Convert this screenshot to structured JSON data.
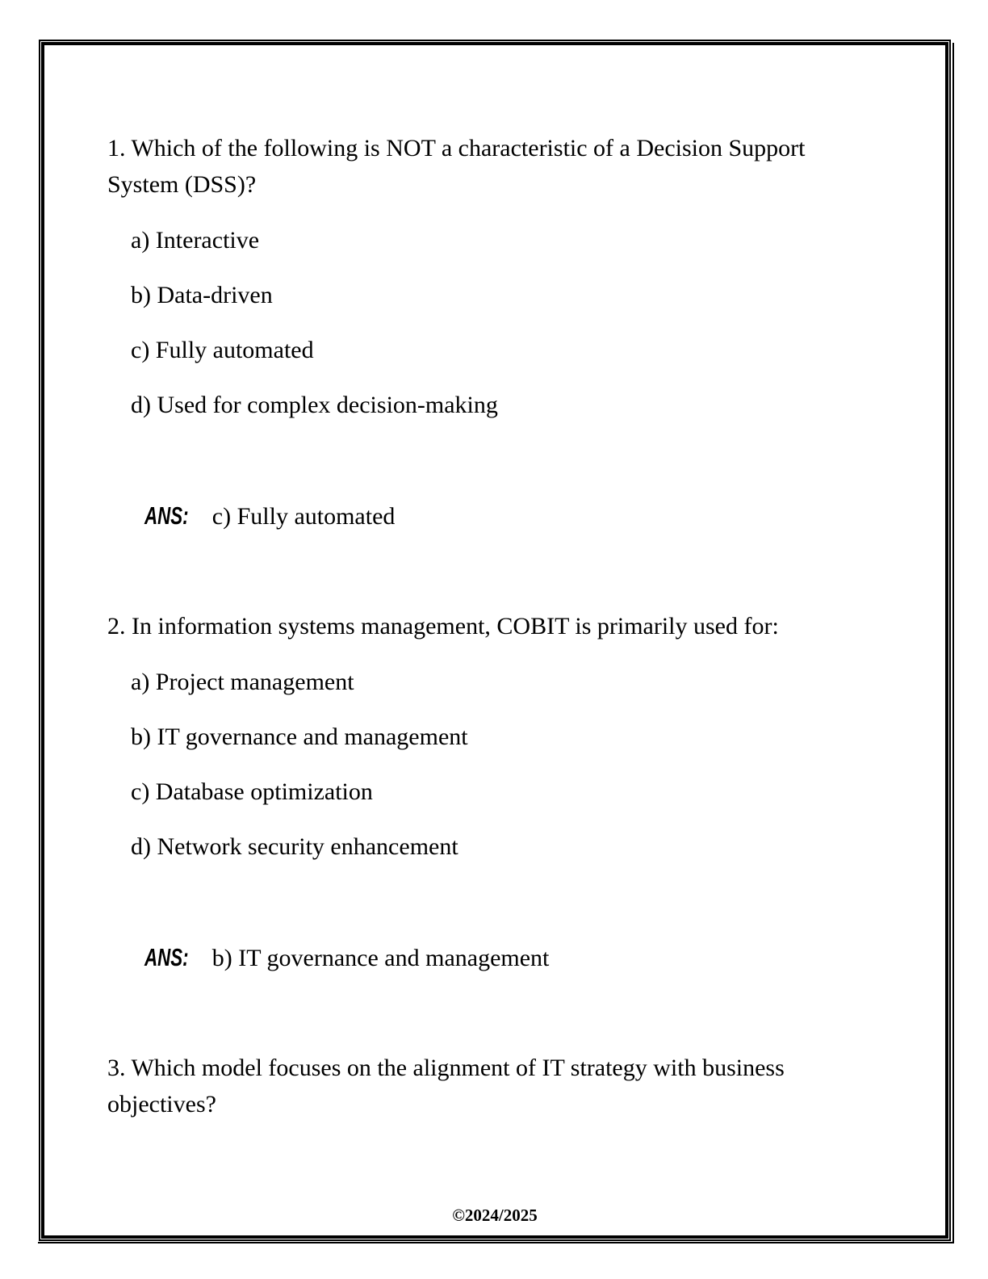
{
  "labels": {
    "ans": "ANS:"
  },
  "questions": [
    {
      "text": "1. Which of the following is NOT a characteristic of a Decision Support System (DSS)?",
      "options": [
        "a) Interactive",
        "b) Data-driven",
        "c) Fully automated",
        "d) Used for complex decision-making"
      ],
      "answer": "c) Fully automated"
    },
    {
      "text": "2. In information systems management, COBIT is primarily used for:",
      "options": [
        "a) Project management",
        "b) IT governance and management",
        "c) Database optimization",
        "d) Network security enhancement"
      ],
      "answer": "b) IT governance and management"
    },
    {
      "text": "3. Which model focuses on the alignment of IT strategy with business objectives?",
      "options": [],
      "answer": null
    }
  ],
  "footer": {
    "copyright": "©2024/2025"
  },
  "colors": {
    "ink": "#000000",
    "paper": "#ffffff"
  }
}
